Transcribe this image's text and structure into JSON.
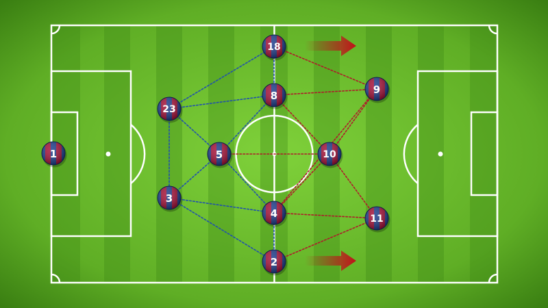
{
  "colors": {
    "pitch_light": "#7fd13a",
    "pitch_dark": "#3a7f12",
    "stripe_dark": "#4f9a1c",
    "stripe_light": "#63b22a",
    "lines": "#ffffff",
    "player_blue": "#1f3f8f",
    "player_red": "#a8123a",
    "link_blue": "#1f4fb0",
    "link_red": "#b0182a",
    "arrow": "#c0101a"
  },
  "players": [
    {
      "id": "p1",
      "number": "1"
    },
    {
      "id": "p2",
      "number": "2"
    },
    {
      "id": "p3",
      "number": "3"
    },
    {
      "id": "p4",
      "number": "4"
    },
    {
      "id": "p5",
      "number": "5"
    },
    {
      "id": "p8",
      "number": "8"
    },
    {
      "id": "p9",
      "number": "9"
    },
    {
      "id": "p10",
      "number": "10"
    },
    {
      "id": "p11",
      "number": "11"
    },
    {
      "id": "p18",
      "number": "18"
    },
    {
      "id": "p23",
      "number": "23"
    }
  ],
  "links": [
    {
      "from": "p23",
      "to": "p18",
      "style": "blue"
    },
    {
      "from": "p23",
      "to": "p8",
      "style": "blue"
    },
    {
      "from": "p23",
      "to": "p5",
      "style": "blue"
    },
    {
      "from": "p23",
      "to": "p3",
      "style": "blue"
    },
    {
      "from": "p3",
      "to": "p5",
      "style": "blue"
    },
    {
      "from": "p3",
      "to": "p4",
      "style": "blue"
    },
    {
      "from": "p3",
      "to": "p2",
      "style": "blue"
    },
    {
      "from": "p5",
      "to": "p8",
      "style": "blue"
    },
    {
      "from": "p5",
      "to": "p4",
      "style": "blue"
    },
    {
      "from": "p18",
      "to": "p8",
      "style": "blue"
    },
    {
      "from": "p4",
      "to": "p2",
      "style": "blue"
    },
    {
      "from": "p5",
      "to": "p10",
      "style": "red"
    },
    {
      "from": "p18",
      "to": "p9",
      "style": "red"
    },
    {
      "from": "p8",
      "to": "p9",
      "style": "red"
    },
    {
      "from": "p8",
      "to": "p10",
      "style": "red"
    },
    {
      "from": "p9",
      "to": "p10",
      "style": "red"
    },
    {
      "from": "p9",
      "to": "p4",
      "style": "red"
    },
    {
      "from": "p10",
      "to": "p11",
      "style": "red"
    },
    {
      "from": "p10",
      "to": "p4",
      "style": "red"
    },
    {
      "from": "p4",
      "to": "p11",
      "style": "red"
    },
    {
      "from": "p2",
      "to": "p11",
      "style": "red"
    }
  ],
  "arrows": [
    {
      "id": "arrow-top",
      "from_player": "p18",
      "direction": "right"
    },
    {
      "id": "arrow-bottom",
      "from_player": "p2",
      "direction": "right"
    }
  ]
}
